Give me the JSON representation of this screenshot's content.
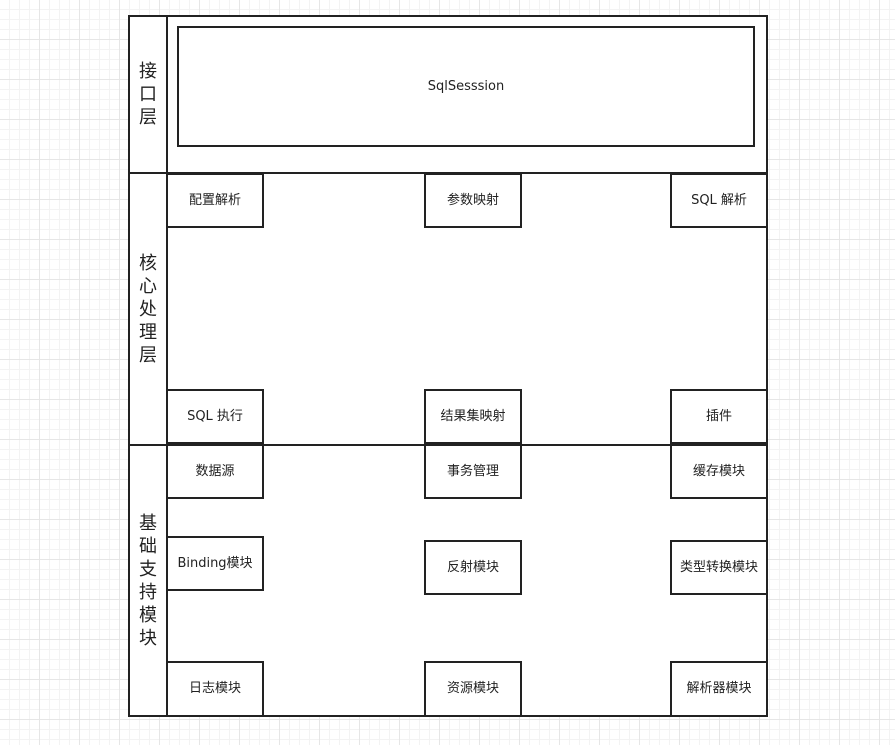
{
  "layers": {
    "interface": {
      "label": "接口层",
      "items": [
        "SqlSesssion"
      ]
    },
    "core": {
      "label": "核心处理层",
      "items": [
        "配置解析",
        "参数映射",
        "SQL 解析",
        "SQL 执行",
        "结果集映射",
        "插件"
      ]
    },
    "base": {
      "label": "基础支持模块",
      "items": [
        "数据源",
        "事务管理",
        "缓存模块",
        "Binding模块",
        "反射模块",
        "类型转换模块",
        "日志模块",
        "资源模块",
        "解析器模块"
      ]
    }
  }
}
